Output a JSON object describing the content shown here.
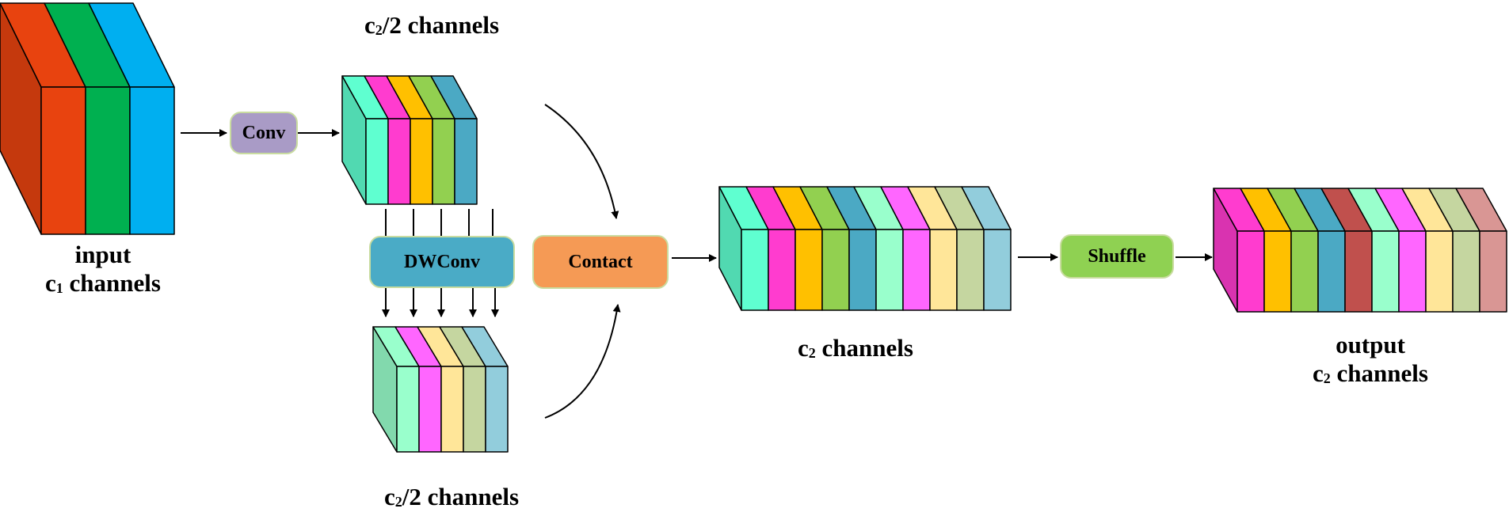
{
  "labels": {
    "input_line1": "input",
    "input_prefix": "c",
    "input_sub": "1",
    "input_suffix": " channels",
    "top_prefix": "c",
    "top_sub": "2",
    "top_suffix": "/2 channels",
    "bottom_prefix": "c",
    "bottom_sub": "2",
    "bottom_suffix": "/2 channels",
    "middle_prefix": "c",
    "middle_sub": "2",
    "middle_suffix": " channels",
    "output_line1": "output",
    "output_prefix": "c",
    "output_sub": "2",
    "output_suffix": " channels"
  },
  "boxes": {
    "conv": "Conv",
    "dwconv": "DWConv",
    "contact": "Contact",
    "shuffle": "Shuffle"
  },
  "colors": {
    "conv_box": "#a99bc6",
    "dwconv_box": "#4aabc6",
    "contact_box": "#f59a55",
    "shuffle_box": "#8fd152",
    "box_border": "#c9dca0",
    "input_block": [
      "#e8430f",
      "#00b050",
      "#00aff0"
    ],
    "top_block": [
      "#5fffd0",
      "#ff3ccf",
      "#ffc000",
      "#92d050",
      "#4ba9c4"
    ],
    "bottom_block": [
      "#99ffcc",
      "#ff66ff",
      "#ffe699",
      "#c5d6a0",
      "#92cddc"
    ],
    "middle_block": [
      "#5fffd0",
      "#ff3ccf",
      "#ffc000",
      "#92d050",
      "#4ba9c4",
      "#99ffcc",
      "#ff66ff",
      "#ffe699",
      "#c5d6a0",
      "#92cddc"
    ],
    "output_block": [
      "#ff3ccf",
      "#ffc000",
      "#92d050",
      "#4ba9c4",
      "#c0504d",
      "#99ffcc",
      "#ff66ff",
      "#ffe699",
      "#c5d6a0",
      "#d99694"
    ]
  }
}
